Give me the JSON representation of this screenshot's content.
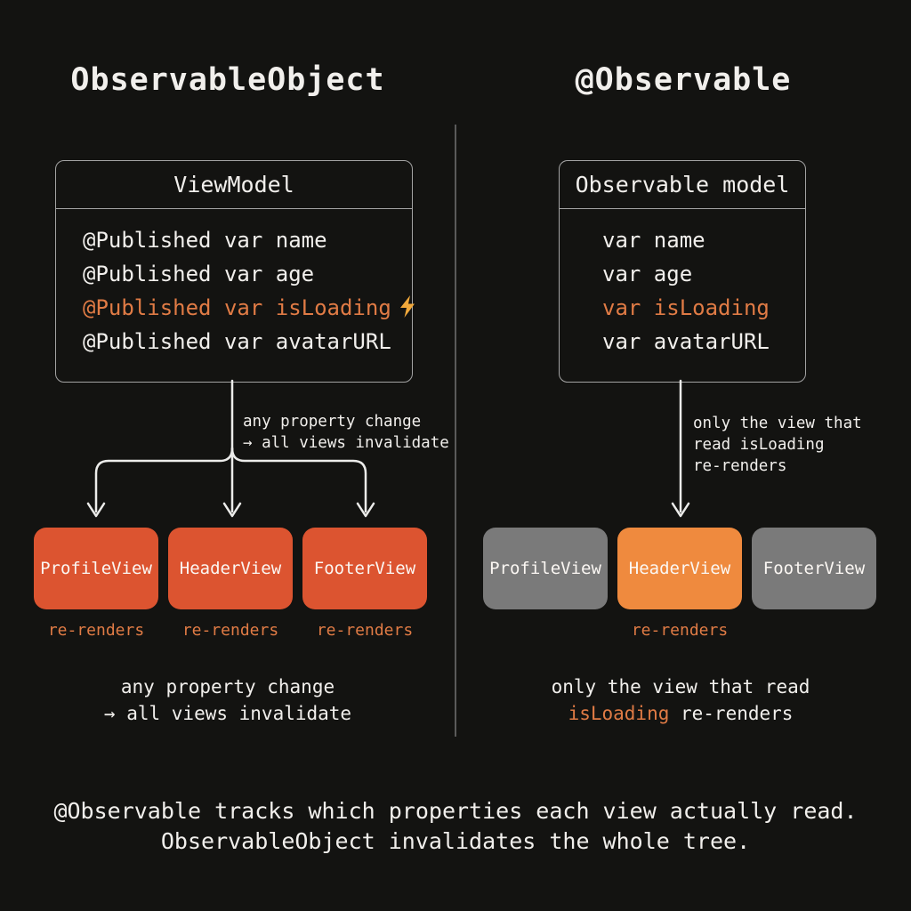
{
  "colors": {
    "background": "#131311",
    "text": "#f1efec",
    "orange_text": "#e07b45",
    "box_orange": "#dc5430",
    "box_orange_bright": "#ef8a3e",
    "box_gray": "#7a7a7a",
    "border": "#a3a3a3",
    "divider": "#5a5a5a",
    "lightning": "#f2a93b"
  },
  "left": {
    "title": "ObservableObject",
    "model_box": {
      "header": "ViewModel",
      "rows": [
        {
          "text": "@Published var name",
          "highlight": false
        },
        {
          "text": "@Published var age",
          "highlight": false
        },
        {
          "text": "@Published var isLoading",
          "highlight": true,
          "icon": "lightning-bolt"
        },
        {
          "text": "@Published var avatarURL",
          "highlight": false
        }
      ]
    },
    "arrow_label": "any property change\n→ all views invalidate",
    "views": [
      {
        "label": "ProfileView",
        "style": "orange",
        "caption": "re-renders"
      },
      {
        "label": "HeaderView",
        "style": "orange",
        "caption": "re-renders"
      },
      {
        "label": "FooterView",
        "style": "orange",
        "caption": "re-renders"
      }
    ],
    "summary_line1": "any property change",
    "summary_line2": "→ all views invalidate"
  },
  "right": {
    "title": "@Observable",
    "model_box": {
      "header": "Observable model",
      "rows": [
        {
          "text": "var name",
          "highlight": false
        },
        {
          "text": "var age",
          "highlight": false
        },
        {
          "text": "var isLoading",
          "highlight": true
        },
        {
          "text": "var avatarURL",
          "highlight": false
        }
      ]
    },
    "arrow_label": "only the view that\nread isLoading\nre-renders",
    "views": [
      {
        "label": "ProfileView",
        "style": "gray",
        "caption": ""
      },
      {
        "label": "HeaderView",
        "style": "orange-bright",
        "caption": "re-renders"
      },
      {
        "label": "FooterView",
        "style": "gray",
        "caption": ""
      }
    ],
    "summary_line1": "only the view that read",
    "summary_line2_highlight": "isLoading",
    "summary_line2_rest": " re-renders"
  },
  "footer": {
    "line1": "@Observable tracks which properties each view actually read.",
    "line2": "ObservableObject invalidates the whole tree."
  }
}
